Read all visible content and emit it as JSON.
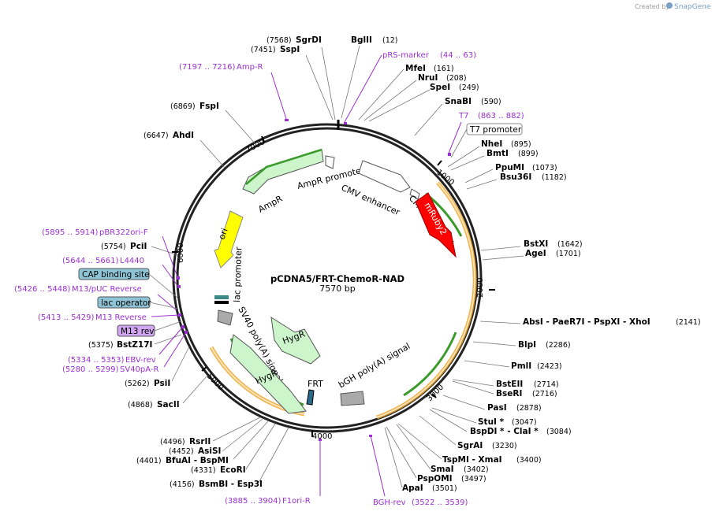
{
  "credit": {
    "prefix": "Created by",
    "brand": "SnapGene"
  },
  "map": {
    "name": "pCDNA5/FRT-ChemoR-NAD",
    "length": "7570 bp"
  },
  "ticks": [
    "1000",
    "2000",
    "3000",
    "4000",
    "5000",
    "6000",
    "7000"
  ],
  "enzymes": {
    "sgrdi": {
      "name": "SgrDI",
      "pos": "(7568)"
    },
    "sspi": {
      "name": "SspI",
      "pos": "(7451)"
    },
    "bglii": {
      "name": "BglII",
      "pos": "(12)"
    },
    "mfei": {
      "name": "MfeI",
      "pos": "(161)"
    },
    "nrui": {
      "name": "NruI",
      "pos": "(208)"
    },
    "spei": {
      "name": "SpeI",
      "pos": "(249)"
    },
    "snabi": {
      "name": "SnaBI",
      "pos": "(590)"
    },
    "nhei": {
      "name": "NheI",
      "pos": "(895)"
    },
    "bmti": {
      "name": "BmtI",
      "pos": "(899)"
    },
    "ppumi": {
      "name": "PpuMI",
      "pos": "(1073)"
    },
    "bsu36i": {
      "name": "Bsu36I",
      "pos": "(1182)"
    },
    "bstxi": {
      "name": "BstXI",
      "pos": "(1642)"
    },
    "agei": {
      "name": "AgeI",
      "pos": "(1701)"
    },
    "absi": {
      "name": "AbsI  -  PaeR7I  -  PspXI  -  XhoI",
      "pos": "(2141)"
    },
    "blpi": {
      "name": "BlpI",
      "pos": "(2286)"
    },
    "pmli": {
      "name": "PmlI",
      "pos": "(2423)"
    },
    "bsteii": {
      "name": "BstEII",
      "pos": "(2714)"
    },
    "bseri": {
      "name": "BseRI",
      "pos": "(2716)"
    },
    "pasi": {
      "name": "PasI",
      "pos": "(2878)"
    },
    "stui": {
      "name": "StuI *",
      "pos": "(3047)"
    },
    "bspdi": {
      "name": "BspDI *  -  ClaI *",
      "pos": "(3084)"
    },
    "sgrai": {
      "name": "SgrAI",
      "pos": "(3230)"
    },
    "tspmi": {
      "name": "TspMI  -  XmaI",
      "pos": "(3400)"
    },
    "smai": {
      "name": "SmaI",
      "pos": "(3402)"
    },
    "pspomi": {
      "name": "PspOMI",
      "pos": "(3497)"
    },
    "apai": {
      "name": "ApaI",
      "pos": "(3501)"
    },
    "fspi": {
      "name": "FspI",
      "pos": "(6869)"
    },
    "ahdi": {
      "name": "AhdI",
      "pos": "(6647)"
    },
    "pcii": {
      "name": "PciI",
      "pos": "(5754)"
    },
    "bstz17i": {
      "name": "BstZ17I",
      "pos": "(5375)"
    },
    "psii": {
      "name": "PsiI",
      "pos": "(5262)"
    },
    "sacii": {
      "name": "SacII",
      "pos": "(4868)"
    },
    "rsrii": {
      "name": "RsrII",
      "pos": "(4496)"
    },
    "asisi": {
      "name": "AsiSI",
      "pos": "(4452)"
    },
    "bfuai": {
      "name": "BfuAI  -  BspMI",
      "pos": "(4401)"
    },
    "ecori": {
      "name": "EcoRI",
      "pos": "(4331)"
    },
    "bsmbi": {
      "name": "BsmBI  -  Esp3I",
      "pos": "(4156)"
    }
  },
  "primers": {
    "prs": {
      "name": "pRS-marker",
      "range": "(44 .. 63)"
    },
    "ampr": {
      "name": "Amp-R",
      "range": "(7197 .. 7216)"
    },
    "t7": {
      "name": "T7",
      "range": "(863 .. 882)"
    },
    "pbr": {
      "name": "pBR322ori-F",
      "range": "(5895 .. 5914)"
    },
    "l4440": {
      "name": "L4440",
      "range": "(5644 .. 5661)"
    },
    "m13puc": {
      "name": "M13/pUC Reverse",
      "range": "(5426 .. 5448)"
    },
    "m13rev": {
      "name": "M13 Reverse",
      "range": "(5413 .. 5429)"
    },
    "m13box": {
      "name": "M13 rev"
    },
    "ebv": {
      "name": "EBV-rev",
      "range": "(5334 .. 5353)"
    },
    "sv40pa": {
      "name": "SV40pA-R",
      "range": "(5280 .. 5299)"
    },
    "f1ori": {
      "name": "F1ori-R",
      "range": "(3885 .. 3904)"
    },
    "bgh": {
      "name": "BGH-rev",
      "range": "(3522 .. 3539)"
    }
  },
  "boxes": {
    "t7promoter": "T7 promoter",
    "cap": "CAP binding site",
    "lacop": "lac operator"
  },
  "features": {
    "ampr_promoter": "AmpR promoter",
    "cmv_enhancer": "CMV enhancer",
    "cmv_promoter": "CMV promoter",
    "mruby": "mRuby2",
    "ampr": "AmpR",
    "ori": "ori",
    "lac_promoter": "lac promoter",
    "sv40": "SV40 poly(A) signal",
    "hygr1": "HygR",
    "hygr2": "HygR",
    "frt": "FRT",
    "bgh": "bGH poly(A) signal"
  },
  "colors": {
    "ampr": "#ccf5cc",
    "mruby": "#ff0000",
    "ori": "#ffff00",
    "orange": "#f0a020",
    "green": "#3a9a2a",
    "primer": "#9b30d0",
    "box": "#8ec4d6",
    "m13box": "#d2a5f0"
  }
}
